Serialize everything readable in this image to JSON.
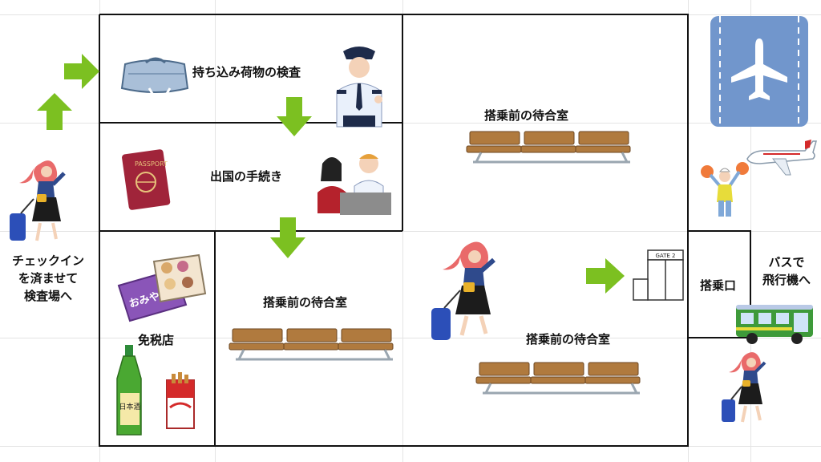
{
  "checkin_note": [
    "チェックイン",
    "を済ませて",
    "検査場へ"
  ],
  "rooms": {
    "security": "持ち込み荷物の検査",
    "immigration": "出国の手続き",
    "duty_free": "免税店",
    "waiting_upper": "搭乗前の待合室",
    "waiting_left": "搭乗前の待合室",
    "waiting_right": "搭乗前の待合室",
    "boarding_gate": "搭乗口"
  },
  "gate_sign": "GATE 2",
  "bus_note": [
    "バスで",
    "飛行機へ"
  ],
  "product_labels": {
    "souvenir_box": "おみやげ",
    "sake_bottle": "日本酒",
    "passport": "PASSPORT"
  },
  "colors": {
    "arrow_green": "#7cc021",
    "wall": "#111111",
    "bench_wood": "#b07a3e",
    "runway_blue": "#7196cc"
  },
  "icons": [
    "bag-icon",
    "security-officer-icon",
    "passport-icon",
    "immigration-officer-icon",
    "souvenir-icon",
    "sake-icon",
    "cigarettes-icon",
    "bench-icon",
    "traveler-icon",
    "gate-icon",
    "runway-icon",
    "airplane-icon",
    "ground-crew-icon",
    "bus-icon"
  ]
}
